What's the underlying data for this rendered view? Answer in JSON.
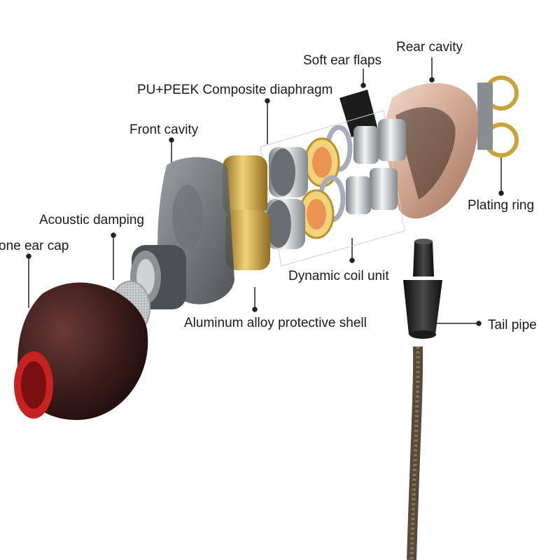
{
  "labels": {
    "rear_cavity": "Rear cavity",
    "soft_ear_flaps": "Soft ear flaps",
    "diaphragm": "PU+PEEK Composite diaphragm",
    "front_cavity": "Front cavity",
    "acoustic_damping": "Acoustic damping",
    "ear_cap": "one ear cap",
    "plating_ring": "Plating ring",
    "dynamic_coil_unit": "Dynamic coil unit",
    "aluminum_shell": "Aluminum alloy protective shell",
    "tail_pipe": "Tail pipe"
  },
  "colors": {
    "leader_line": "#222222",
    "ear_cap": "#3a1c1a",
    "ear_cap_inner": "#c62222",
    "gold": "#c9a23a",
    "rose_gold": "#d9b2a0",
    "steel": "#b8bcc0",
    "front_cavity": "#5a5d62",
    "cable": "#6b5a48"
  }
}
